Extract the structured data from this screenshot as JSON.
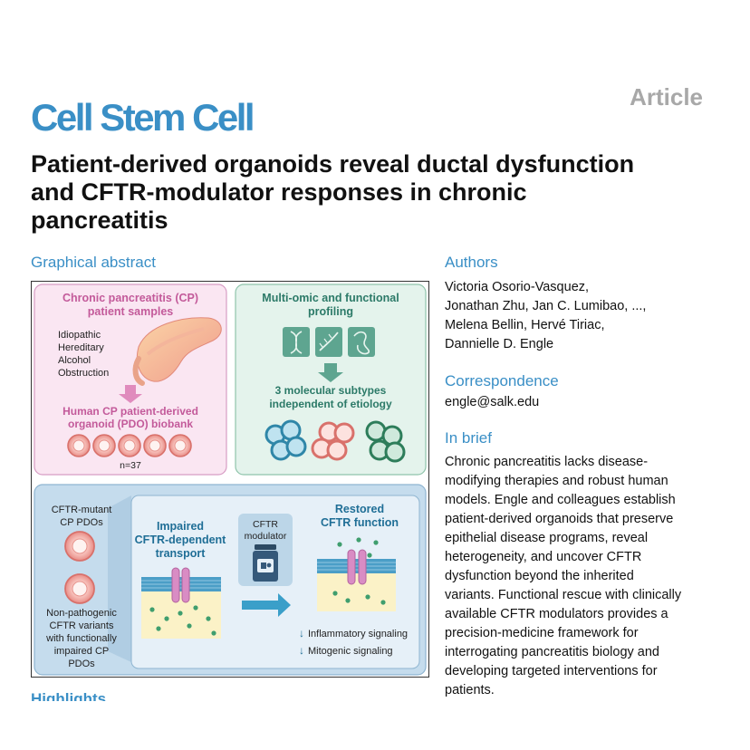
{
  "header": {
    "article_label": "Article",
    "journal": "Cell Stem Cell",
    "title_lines": [
      "Patient-derived organoids reveal ductal dysfunction",
      "and CFTR-modulator responses in chronic",
      "pancreatitis"
    ]
  },
  "graphical_abstract": {
    "heading": "Graphical abstract",
    "panel_a": {
      "title_lines": [
        "Chronic pancreatitis (CP)",
        "patient samples"
      ],
      "etiologies": [
        "Idiopathic",
        "Hereditary",
        "Alcohol",
        "Obstruction"
      ],
      "biobank_lines": [
        "Human CP patient-derived",
        "organoid (PDO) biobank"
      ],
      "count": "n=37"
    },
    "panel_b": {
      "title_lines": [
        "Multi-omic and functional",
        "profiling"
      ],
      "result_lines": [
        "3 molecular subtypes",
        "independent of etiology"
      ]
    },
    "panel_c": {
      "mutant_lines": [
        "CFTR-mutant",
        "CP PDOs"
      ],
      "nonpath_lines": [
        "Non-pathogenic",
        "CFTR variants",
        "with functionally",
        "impaired CP",
        "PDOs"
      ],
      "impaired_lines": [
        "Impaired",
        "CFTR-dependent",
        "transport"
      ],
      "modulator_lines": [
        "CFTR",
        "modulator"
      ],
      "restored_lines": [
        "Restored",
        "CFTR function"
      ],
      "effects": [
        "Inflammatory signaling",
        "Mitogenic signaling"
      ]
    },
    "colors": {
      "pink_panel": "#fae6f2",
      "green_panel": "#e4f3ec",
      "blue_panel": "#c5dced",
      "accent_blue": "#3a8fc6"
    }
  },
  "highlights_heading": "Highlights",
  "sidebar": {
    "authors_heading": "Authors",
    "authors_lines": [
      "Victoria Osorio-Vasquez,",
      "Jonathan Zhu, Jan C. Lumibao, ...,",
      "Melena Bellin, Hervé Tiriac,",
      "Dannielle D. Engle"
    ],
    "correspondence_heading": "Correspondence",
    "email": "engle@salk.edu",
    "inbrief_heading": "In brief",
    "inbrief_lines": [
      "Chronic pancreatitis lacks disease-",
      "modifying therapies and robust human",
      "models. Engle and colleagues establish",
      "patient-derived organoids that preserve",
      "epithelial disease programs, reveal",
      "heterogeneity, and uncover CFTR",
      "dysfunction beyond the inherited",
      "variants. Functional rescue with clinically",
      "available CFTR modulators provides a",
      "precision-medicine framework for",
      "interrogating pancreatitis biology and",
      "developing targeted interventions for",
      "patients."
    ]
  }
}
